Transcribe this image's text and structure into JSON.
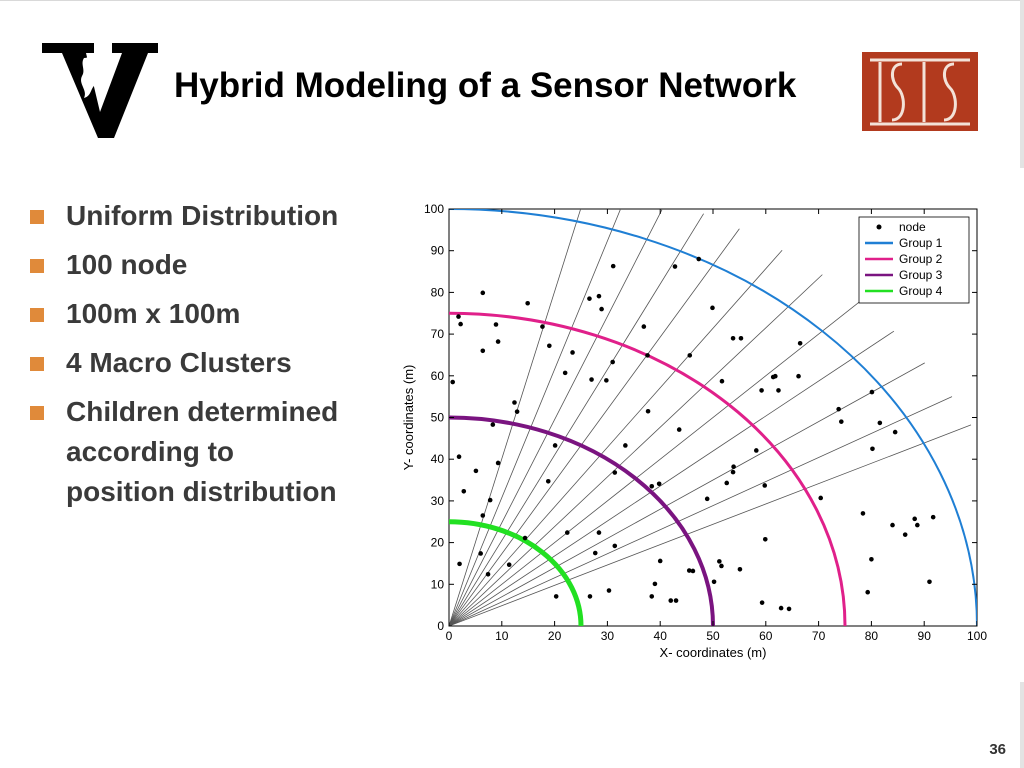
{
  "slide": {
    "title": "Hybrid Modeling of a Sensor Network",
    "page_number": "36",
    "bullets": [
      {
        "text": "Uniform Distribution"
      },
      {
        "text": "100 node"
      },
      {
        "text": "100m x 100m"
      },
      {
        "text": "4 Macro Clusters"
      },
      {
        "text": "Children determined\naccording to\nposition distribution"
      }
    ],
    "accent_color": "#e08a3a",
    "logo_color": "#b23a1e"
  },
  "chart_data": {
    "type": "scatter",
    "xlabel": "X- coordinates (m)",
    "ylabel": "Y- coordinates (m)",
    "xlim": [
      0,
      100
    ],
    "ylim": [
      0,
      100
    ],
    "xticks": [
      0,
      10,
      20,
      30,
      40,
      50,
      60,
      70,
      80,
      90,
      100
    ],
    "yticks": [
      0,
      10,
      20,
      30,
      40,
      50,
      60,
      70,
      80,
      90,
      100
    ],
    "legend_position": "top-right",
    "legend": [
      {
        "label": "node",
        "kind": "dot",
        "color": "#000000"
      },
      {
        "label": "Group 1",
        "kind": "line",
        "color": "#1f7fd4"
      },
      {
        "label": "Group 2",
        "kind": "line",
        "color": "#e0208a"
      },
      {
        "label": "Group 3",
        "kind": "line",
        "color": "#7a1480"
      },
      {
        "label": "Group 4",
        "kind": "line",
        "color": "#22e022"
      }
    ],
    "arcs": [
      {
        "name": "Group 1",
        "radius": 100,
        "color": "#1f7fd4"
      },
      {
        "name": "Group 2",
        "radius": 75,
        "color": "#e0208a"
      },
      {
        "name": "Group 3",
        "radius": 50,
        "color": "#7a1480"
      },
      {
        "name": "Group 4",
        "radius": 25,
        "color": "#22e022"
      }
    ],
    "ray_angles_deg": [
      76,
      72,
      68,
      64,
      60,
      55,
      50,
      45,
      40,
      35,
      30,
      26
    ],
    "nodes": [
      [
        0.7,
        58.5
      ],
      [
        1.8,
        74.2
      ],
      [
        1.9,
        40.6
      ],
      [
        2.2,
        72.4
      ],
      [
        2.8,
        32.3
      ],
      [
        2.0,
        14.9
      ],
      [
        5.1,
        37.2
      ],
      [
        6.0,
        17.4
      ],
      [
        6.4,
        79.9
      ],
      [
        6.4,
        26.5
      ],
      [
        6.4,
        66.0
      ],
      [
        7.4,
        12.4
      ],
      [
        7.8,
        30.2
      ],
      [
        8.3,
        48.3
      ],
      [
        8.9,
        72.3
      ],
      [
        9.3,
        39.1
      ],
      [
        9.3,
        68.2
      ],
      [
        11.4,
        14.7
      ],
      [
        12.4,
        53.6
      ],
      [
        12.9,
        51.4
      ],
      [
        14.4,
        21.1
      ],
      [
        14.9,
        77.4
      ],
      [
        17.7,
        71.8
      ],
      [
        18.8,
        34.7
      ],
      [
        19.0,
        67.2
      ],
      [
        20.1,
        43.3
      ],
      [
        20.3,
        7.1
      ],
      [
        22.0,
        60.7
      ],
      [
        22.4,
        22.4
      ],
      [
        23.4,
        65.6
      ],
      [
        26.6,
        78.5
      ],
      [
        26.7,
        7.1
      ],
      [
        27.0,
        59.1
      ],
      [
        27.7,
        17.5
      ],
      [
        28.4,
        79.1
      ],
      [
        28.4,
        22.4
      ],
      [
        28.9,
        76.0
      ],
      [
        29.8,
        58.9
      ],
      [
        30.3,
        8.5
      ],
      [
        31.0,
        63.3
      ],
      [
        31.1,
        86.3
      ],
      [
        31.4,
        36.8
      ],
      [
        31.4,
        19.2
      ],
      [
        33.4,
        43.3
      ],
      [
        36.9,
        71.8
      ],
      [
        37.6,
        64.9
      ],
      [
        37.7,
        51.5
      ],
      [
        38.4,
        33.5
      ],
      [
        38.4,
        7.1
      ],
      [
        39.0,
        10.1
      ],
      [
        39.8,
        34.1
      ],
      [
        40.0,
        15.6
      ],
      [
        42.0,
        6.1
      ],
      [
        42.8,
        86.2
      ],
      [
        43.0,
        6.1
      ],
      [
        43.6,
        47.1
      ],
      [
        45.5,
        13.3
      ],
      [
        45.6,
        64.9
      ],
      [
        46.2,
        13.2
      ],
      [
        47.3,
        88.0
      ],
      [
        48.9,
        30.5
      ],
      [
        49.9,
        76.3
      ],
      [
        50.2,
        10.6
      ],
      [
        51.2,
        15.5
      ],
      [
        51.6,
        14.4
      ],
      [
        51.7,
        58.7
      ],
      [
        52.6,
        34.3
      ],
      [
        53.8,
        69.0
      ],
      [
        53.8,
        36.9
      ],
      [
        53.9,
        38.2
      ],
      [
        55.1,
        13.6
      ],
      [
        55.3,
        69.0
      ],
      [
        58.2,
        42.1
      ],
      [
        59.2,
        56.5
      ],
      [
        59.9,
        20.8
      ],
      [
        59.8,
        33.7
      ],
      [
        61.4,
        59.7
      ],
      [
        61.8,
        59.9
      ],
      [
        62.4,
        56.5
      ],
      [
        62.9,
        4.3
      ],
      [
        64.4,
        4.1
      ],
      [
        66.2,
        59.9
      ],
      [
        66.5,
        67.8
      ],
      [
        70.4,
        30.7
      ],
      [
        73.8,
        52.0
      ],
      [
        74.3,
        49.0
      ],
      [
        78.4,
        27.0
      ],
      [
        79.3,
        8.1
      ],
      [
        80.0,
        16.0
      ],
      [
        80.2,
        42.5
      ],
      [
        80.1,
        56.1
      ],
      [
        81.6,
        48.7
      ],
      [
        84.0,
        24.2
      ],
      [
        84.5,
        46.5
      ],
      [
        86.4,
        21.9
      ],
      [
        88.2,
        25.7
      ],
      [
        88.7,
        24.2
      ],
      [
        91.0,
        10.6
      ],
      [
        91.7,
        26.1
      ],
      [
        59.3,
        5.6
      ]
    ]
  }
}
